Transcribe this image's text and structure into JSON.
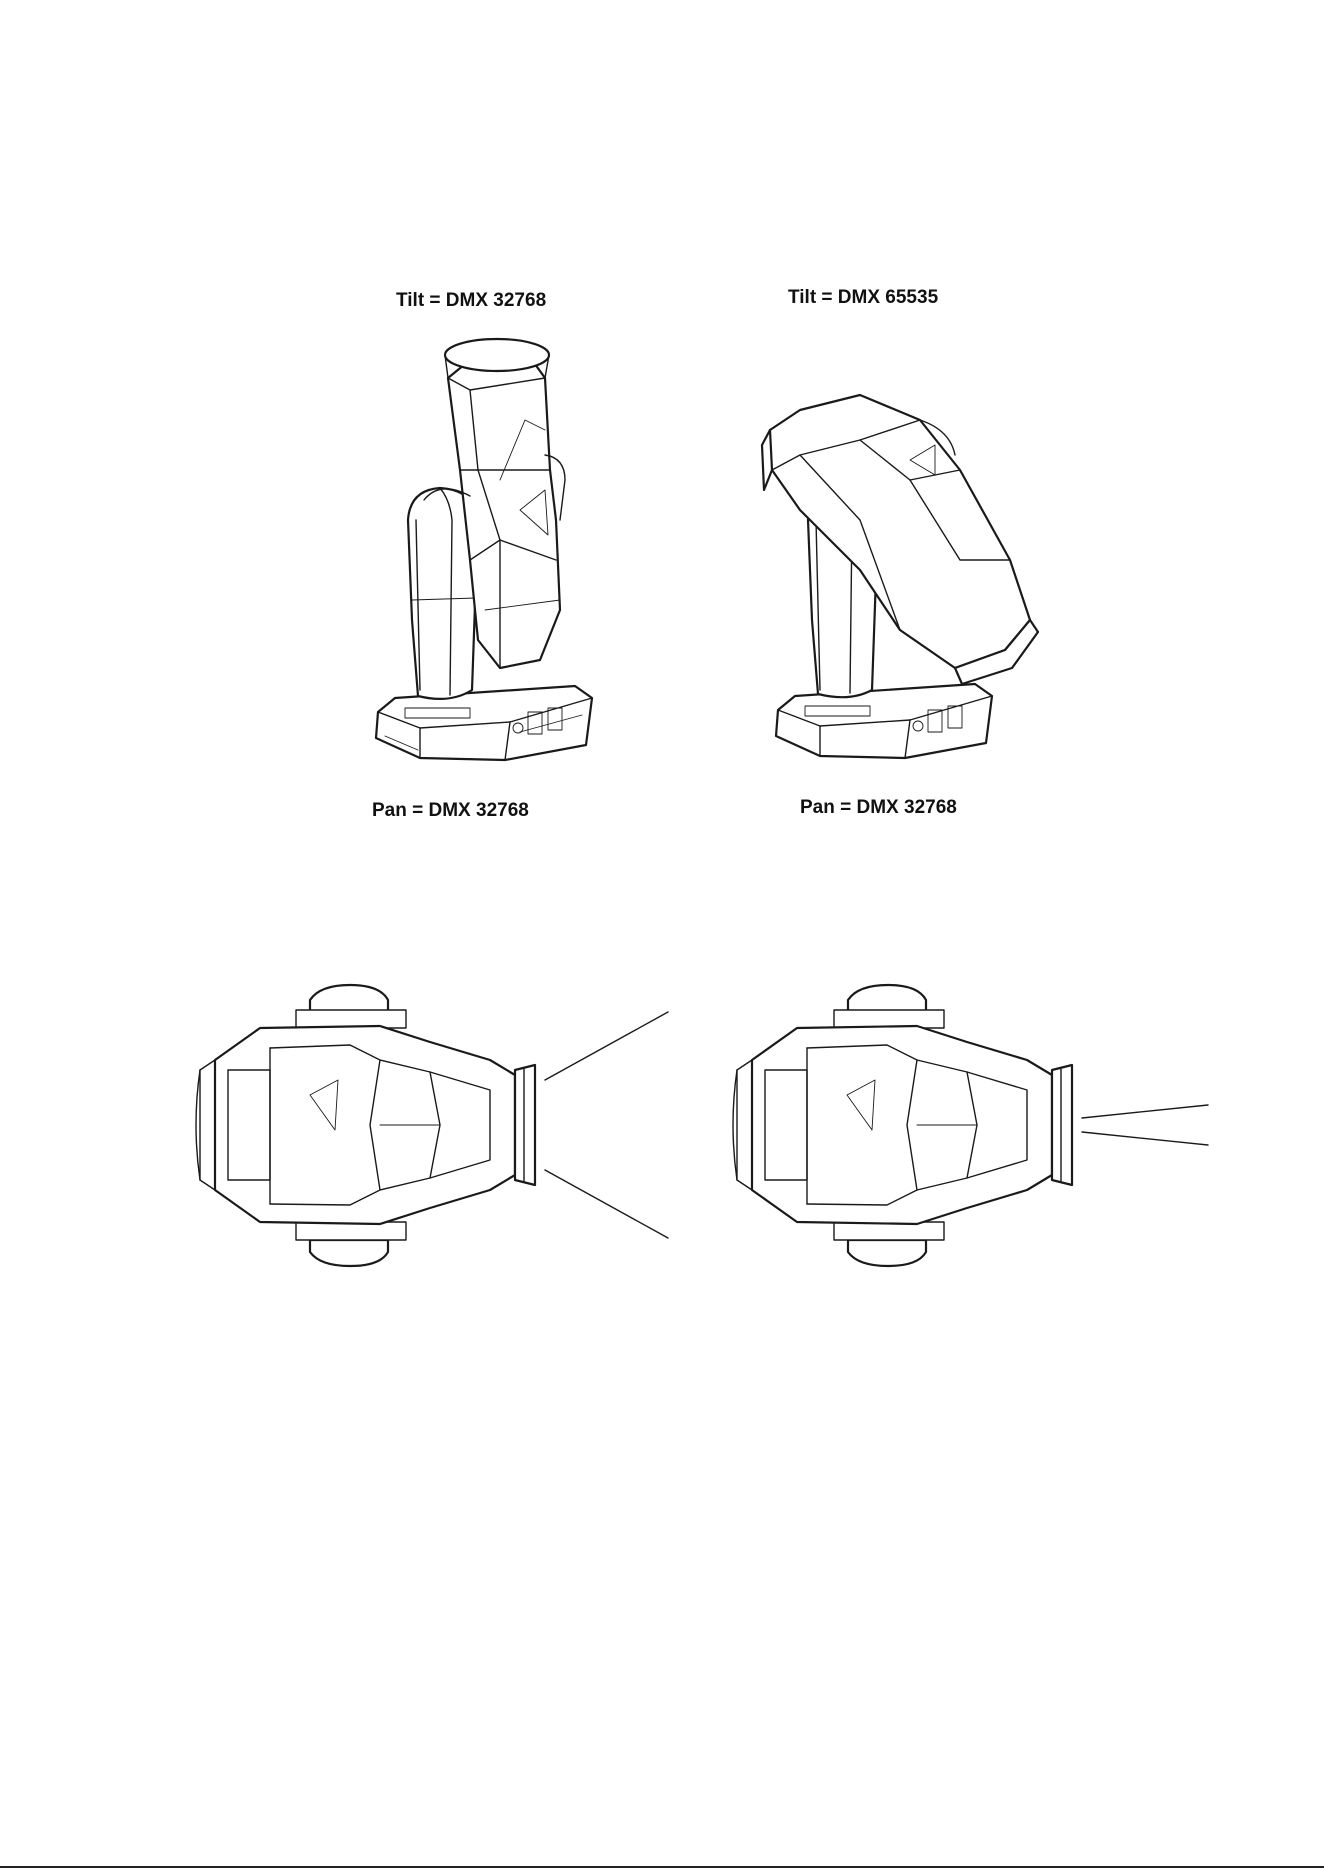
{
  "labels": {
    "tilt_left": "Tilt = DMX 32768",
    "tilt_right": "Tilt = DMX 65535",
    "pan_left": "Pan = DMX 32768",
    "pan_right": "Pan = DMX 32768"
  }
}
